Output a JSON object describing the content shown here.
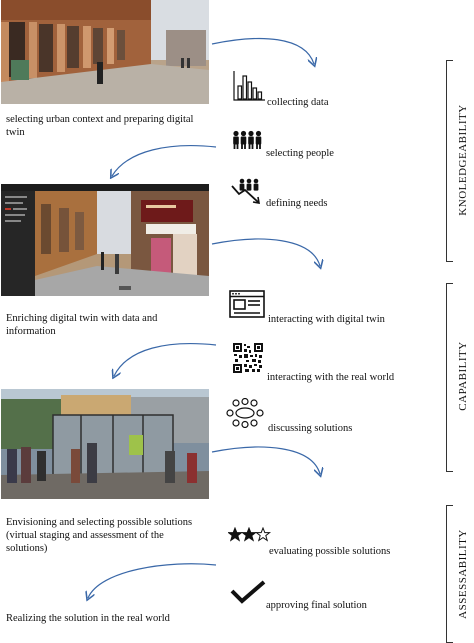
{
  "phases": [
    {
      "label": "KNOLEDGEABILITY"
    },
    {
      "label": "CAPABILITY"
    },
    {
      "label": "ASSESSABILITY"
    }
  ],
  "stages": [
    {
      "caption": "selecting urban context and preparing digital twin"
    },
    {
      "caption": "Enriching digital twin with data and information"
    },
    {
      "caption": "Envisioning and selecting possible solutions (virtual staging and assessment of the solutions)"
    },
    {
      "caption": "Realizing the solution in the real world"
    }
  ],
  "steps": [
    {
      "label": "collecting data",
      "icon": "bar-chart-icon"
    },
    {
      "label": "selecting people",
      "icon": "people-group-icon"
    },
    {
      "label": "defining needs",
      "icon": "people-trend-icon"
    },
    {
      "label": "interacting with digital twin",
      "icon": "browser-window-icon"
    },
    {
      "label": "interacting with the real world",
      "icon": "qr-code-icon"
    },
    {
      "label": "discussing solutions",
      "icon": "meeting-table-icon"
    },
    {
      "label": "evaluating possible solutions",
      "icon": "star-rating-icon",
      "rating": "2 of 3"
    },
    {
      "label": "approving final solution",
      "icon": "check-mark-icon"
    }
  ],
  "colors": {
    "arrow": "#3a68a8",
    "text": "#111111",
    "line": "#333333"
  }
}
